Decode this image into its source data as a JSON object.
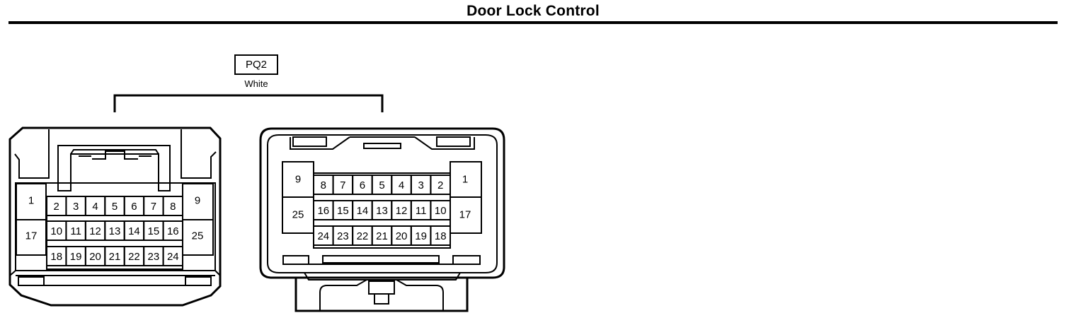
{
  "title": "Door Lock Control",
  "connector": {
    "code": "PQ2",
    "color": "White"
  },
  "male_view": {
    "left_column": [
      "1",
      "17"
    ],
    "right_column": [
      "9",
      "25"
    ],
    "rows": [
      [
        "2",
        "3",
        "4",
        "5",
        "6",
        "7",
        "8"
      ],
      [
        "10",
        "11",
        "12",
        "13",
        "14",
        "15",
        "16"
      ],
      [
        "18",
        "19",
        "20",
        "21",
        "22",
        "23",
        "24"
      ]
    ]
  },
  "female_view": {
    "left_column": [
      "9",
      "25"
    ],
    "right_column": [
      "1",
      "17"
    ],
    "rows": [
      [
        "8",
        "7",
        "6",
        "5",
        "4",
        "3",
        "2"
      ],
      [
        "16",
        "15",
        "14",
        "13",
        "12",
        "11",
        "10"
      ],
      [
        "24",
        "23",
        "22",
        "21",
        "20",
        "19",
        "18"
      ]
    ]
  }
}
